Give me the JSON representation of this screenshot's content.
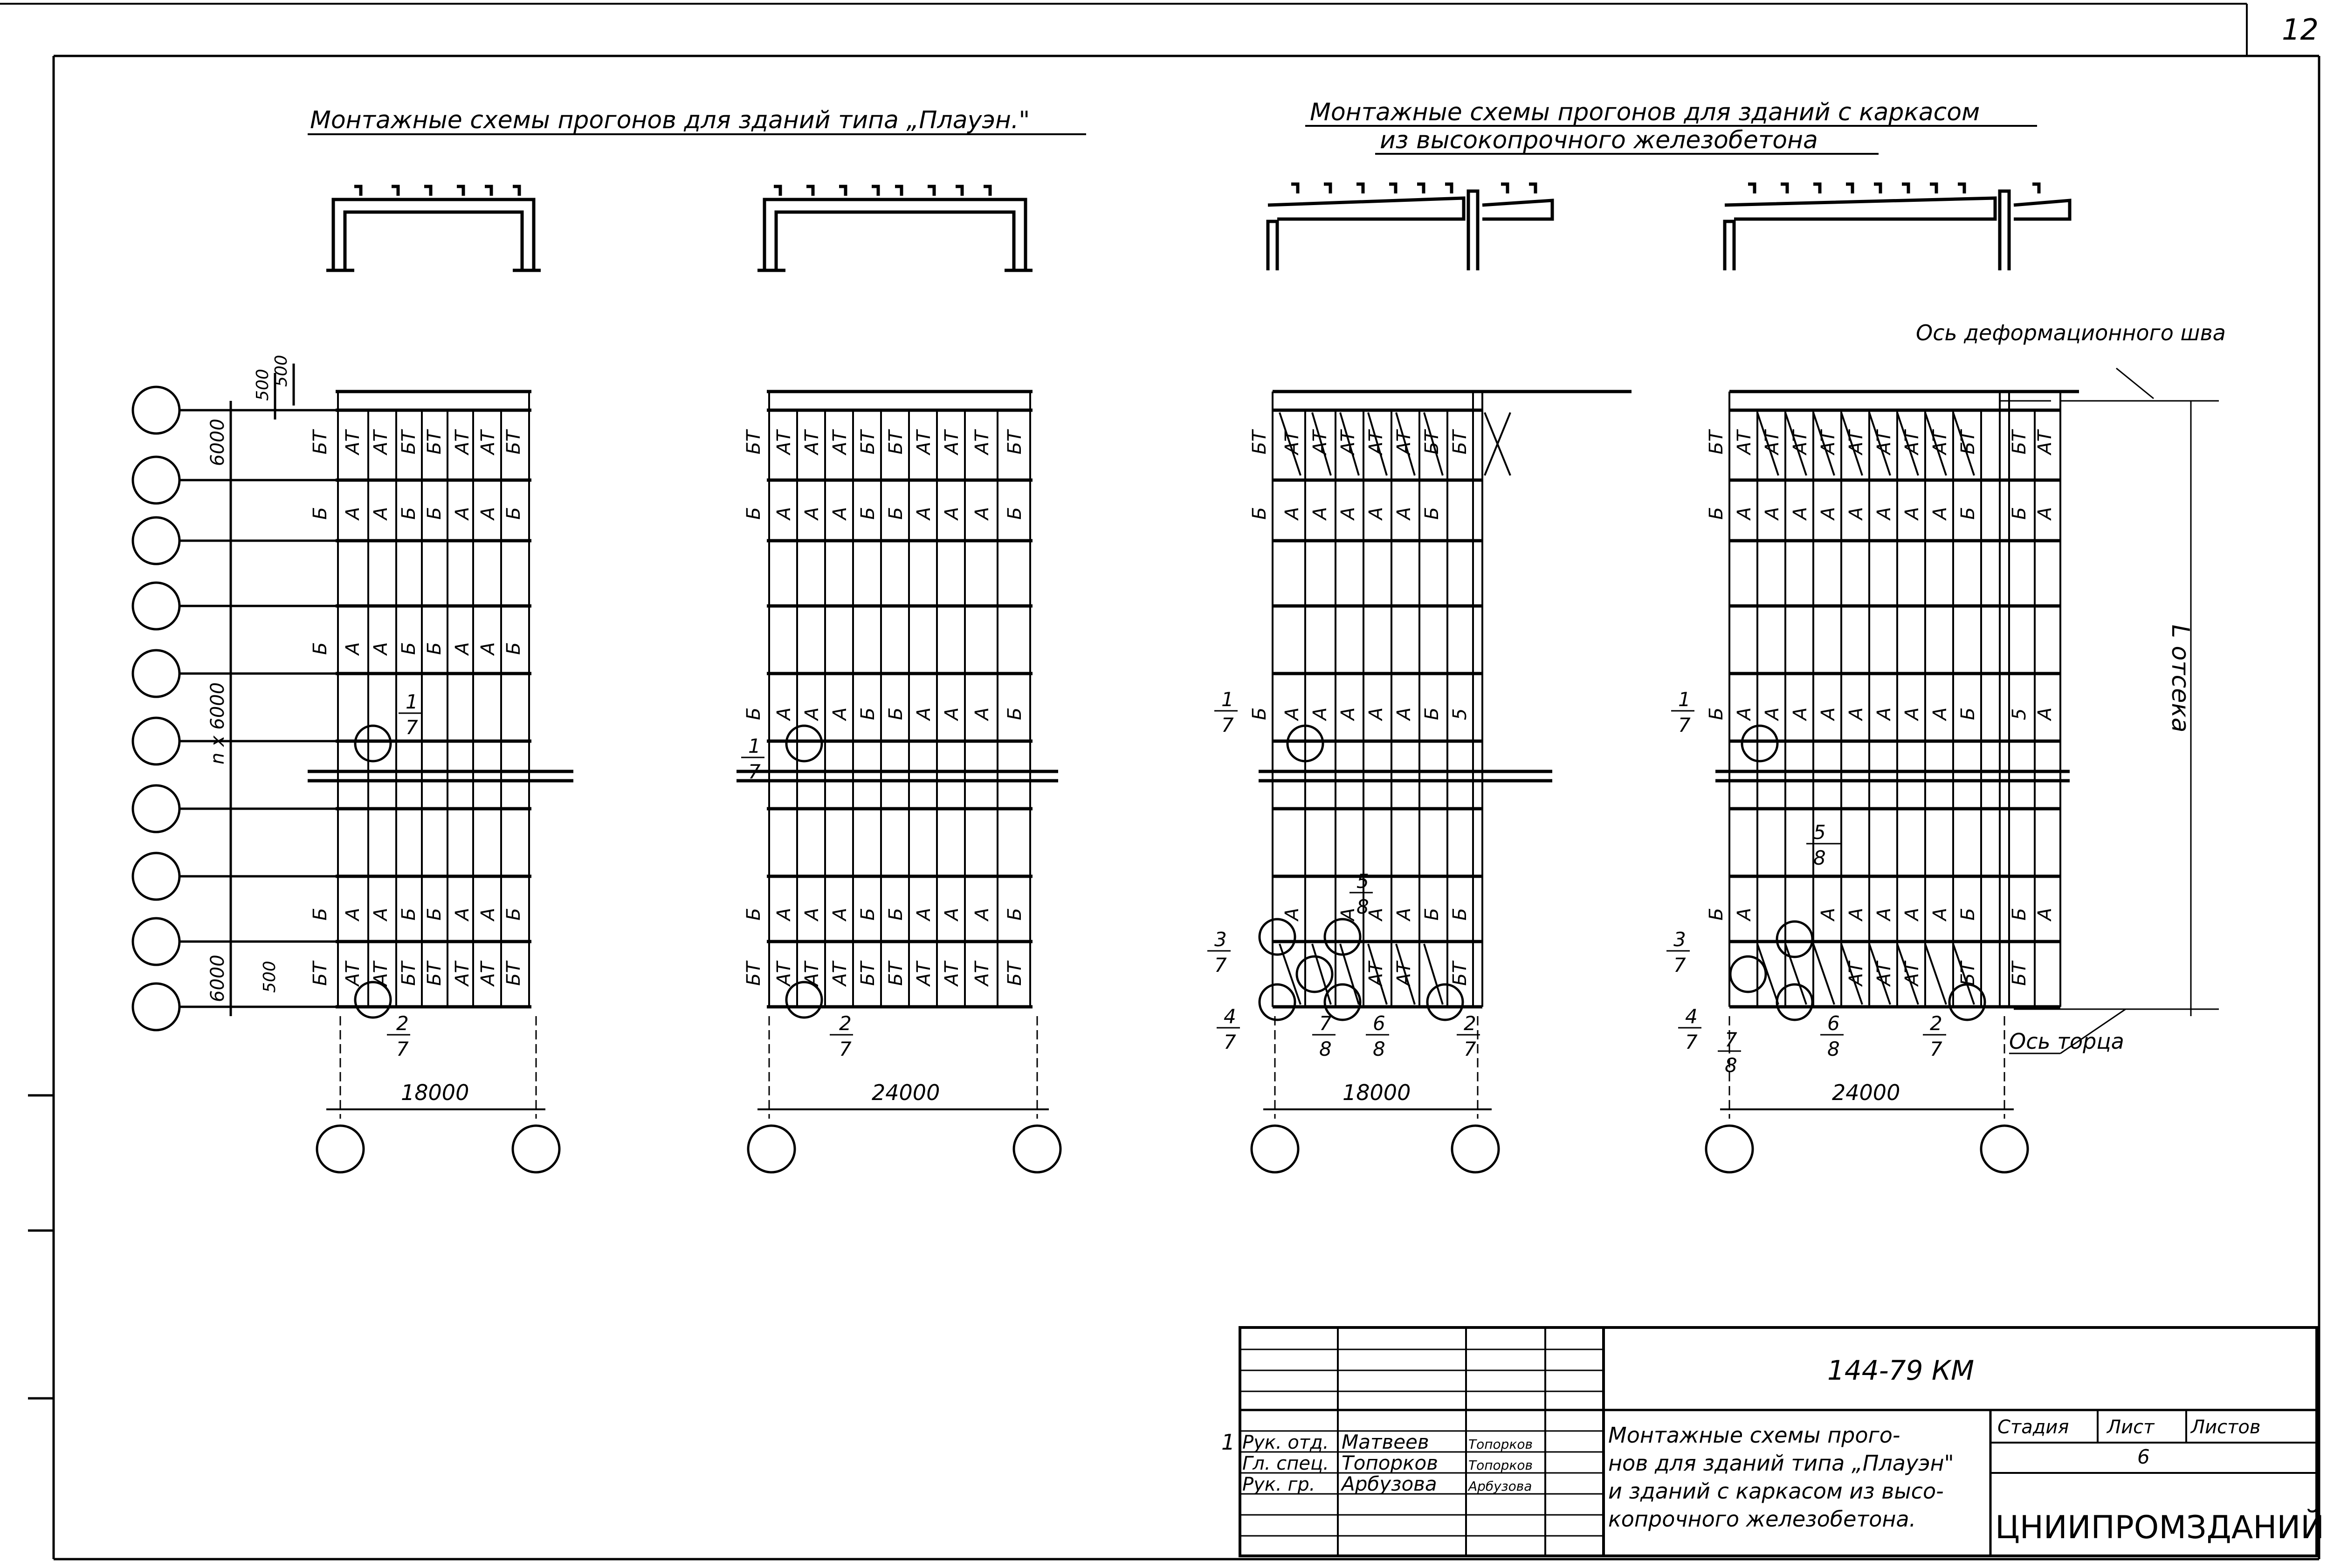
{
  "sheet_number": "12",
  "titles": {
    "left": "Монтажные схемы прогонов для зданий типа „Плауэн.\"",
    "right_line1": "Монтажные схемы прогонов для зданий с каркасом",
    "right_line2": "из высокопрочного железобетона"
  },
  "dimensions": {
    "span_18000": "18000",
    "span_24000": "24000",
    "d500": "500",
    "d6000": "6000",
    "n_x_6000": "n x 6000",
    "l_otseka": "L отсека"
  },
  "annotations": {
    "expansion_joint": "Ось деформационного шва",
    "end_axis": "Ось торца"
  },
  "panel_marks": [
    "А",
    "Б",
    "АТ",
    "БТ",
    "5"
  ],
  "callouts": {
    "c1": [
      "1",
      "7"
    ],
    "c2": [
      "2",
      "7"
    ],
    "c3": [
      "3",
      "7"
    ],
    "c4": [
      "4",
      "7"
    ],
    "c5": [
      "5",
      "8"
    ],
    "c6": [
      "6",
      "8"
    ],
    "c7": [
      "7",
      "8"
    ]
  },
  "title_block": {
    "code": "144-79 КМ",
    "roles": [
      "Рук. отд.",
      "Гл. спец.",
      "Рук. гр."
    ],
    "names": [
      "Матвеев",
      "Топорков",
      "Арбузова"
    ],
    "signatures": [
      "Топорков",
      "Топорков",
      "Арбузова"
    ],
    "description": [
      "Монтажные схемы прого-",
      "нов для зданий типа „Плауэн\"",
      "и зданий с каркасом из высо-",
      "копрочного железобетона."
    ],
    "stage_label": "Стадия",
    "sheet_label": "Лист",
    "sheets_label": "Листов",
    "sheet_value": "6",
    "organization": "ЦНИИПРОМЗДАНИЙ",
    "revision_mark": "1"
  }
}
